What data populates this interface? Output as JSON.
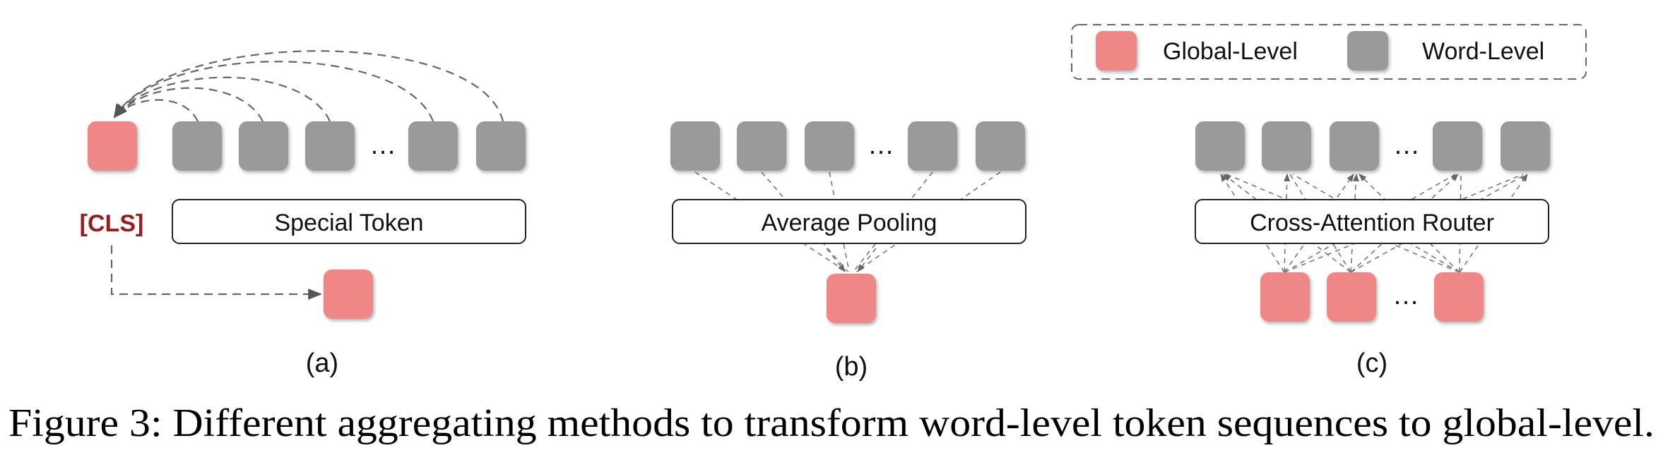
{
  "colors": {
    "global": "#ef8787",
    "word": "#9a9a9a",
    "cls": "#9b1c1c"
  },
  "legend": {
    "global_label": "Global-Level",
    "word_label": "Word-Level"
  },
  "panel_a": {
    "cls_label": "[CLS]",
    "box_label": "Special Token",
    "ellipsis": "…",
    "sublabel": "(a)"
  },
  "panel_b": {
    "box_label": "Average Pooling",
    "ellipsis": "…",
    "sublabel": "(b)"
  },
  "panel_c": {
    "box_label": "Cross-Attention Router",
    "ellipsis_top": "…",
    "ellipsis_bottom": "…",
    "sublabel": "(c)"
  },
  "caption": "Figure 3: Different aggregating methods to transform word-level token sequences to global-level."
}
